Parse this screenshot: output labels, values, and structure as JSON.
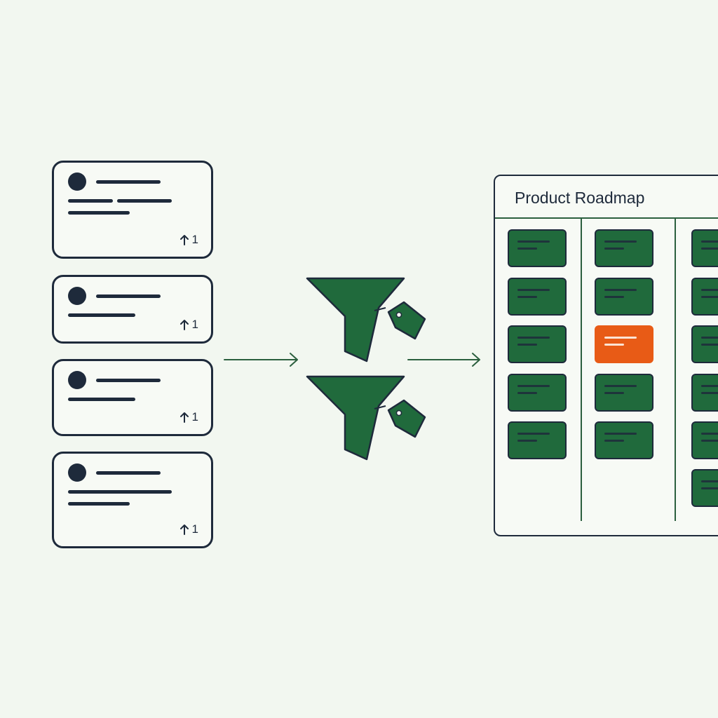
{
  "feedback_cards": [
    {
      "votes": "1"
    },
    {
      "votes": "1"
    },
    {
      "votes": "1"
    },
    {
      "votes": "1"
    }
  ],
  "icons": {
    "vote": "arrow-up-icon",
    "avatar": "avatar-icon",
    "filter": "funnel-icon",
    "tag": "tag-icon"
  },
  "board": {
    "title": "Product Roadmap"
  },
  "colors": {
    "background": "#f2f7f0",
    "ink": "#1e2a3b",
    "brand_green": "#206a3c",
    "accent_orange": "#e85b16"
  }
}
